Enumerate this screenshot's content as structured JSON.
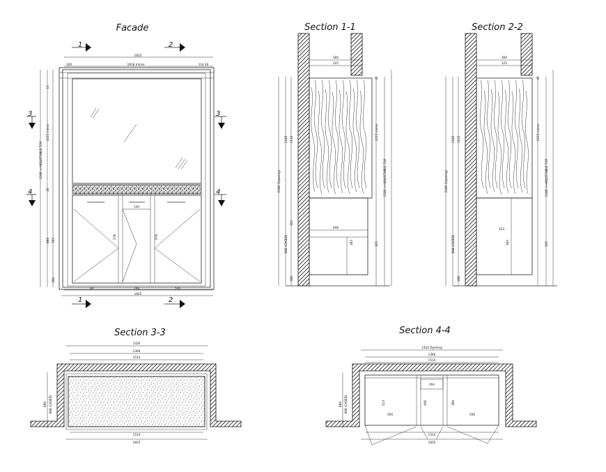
{
  "titles": {
    "facade": "Facade",
    "section_1_1": "Section 1-1",
    "section_2_2": "Section 2-2",
    "section_3_3": "Section 3-3",
    "section_4_4": "Section 4-4"
  },
  "section_markers": {
    "m1": "1",
    "m2": "2",
    "m3": "3",
    "m4": "4"
  },
  "facade_dims": {
    "overall_width": "1825",
    "mirror_width": "1618 mirror",
    "left_offset": "100",
    "right_offset": "114 10",
    "bottom_width": "1825",
    "bottom_left": "80",
    "bottom_mid": "294",
    "bottom_right": "500",
    "door_gap": "120",
    "v_mirror": "1215 mirror",
    "v_total": "2100 +/-ADJUSTABLE TOP",
    "v_cabinet": "765",
    "v_base": "888",
    "v_small": "100",
    "v_top": "15",
    "v_counter": "45",
    "v_door": "578"
  },
  "section_dims": {
    "top_outer": "300",
    "top_inner": "225",
    "v_mirror": "1215 mirror",
    "v_total": "2100 +/-ADJUSTABLE TOP",
    "v_opening": "2100 (Opening)",
    "v_upper": "1185",
    "v_upper2": "1112",
    "v_lower": "888 (CASED)",
    "v_lower2": "325",
    "v_base": "100",
    "shelf_label": "496",
    "shelf_label2": "523",
    "inner_height": "383",
    "h_45": "45"
  },
  "plan_dims": {
    "s3_overall": "1420",
    "s3_inner": "1360",
    "s3_mid": "1514",
    "s3_bottom": "1825",
    "s3_left_h": "880",
    "s3_left_h2": "888 (CASED)",
    "s4_overall": "1420 Opening",
    "s4_inner": "1360",
    "s4_mid": "1514",
    "s4_bottom": "1825",
    "s4_door_left": "500",
    "s4_door_right": "500",
    "s4_mid_door": "294",
    "s4_left_h": "880",
    "s4_left_h2": "888 (CASED)",
    "s4_inner_h1": "523",
    "s4_inner_h2": "496",
    "s4_inner_h3": "380"
  }
}
